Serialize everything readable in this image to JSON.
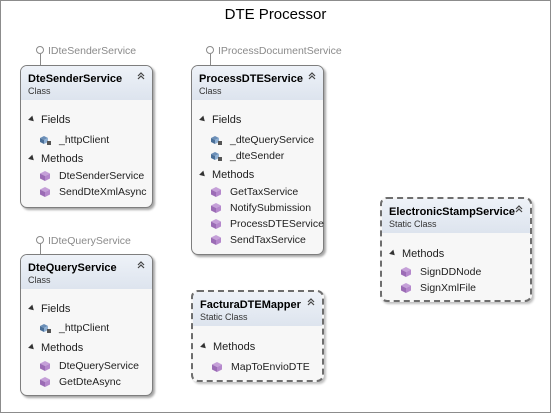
{
  "diagram": {
    "title": "DTE Processor",
    "interfaces": [
      {
        "label": "IDteSenderService"
      },
      {
        "label": "IProcessDocumentService"
      },
      {
        "label": "IDteQueryService"
      }
    ],
    "classes": [
      {
        "name": "DteSenderService",
        "stereotype": "Class",
        "sections": [
          {
            "label": "Fields",
            "members": [
              {
                "name": "_httpClient",
                "icon": "field-icon"
              }
            ]
          },
          {
            "label": "Methods",
            "members": [
              {
                "name": "DteSenderService",
                "icon": "method-icon"
              },
              {
                "name": "SendDteXmlAsync",
                "icon": "method-icon"
              }
            ]
          }
        ]
      },
      {
        "name": "ProcessDTEService",
        "stereotype": "Class",
        "sections": [
          {
            "label": "Fields",
            "members": [
              {
                "name": "_dteQueryService",
                "icon": "field-icon"
              },
              {
                "name": "_dteSender",
                "icon": "field-icon"
              }
            ]
          },
          {
            "label": "Methods",
            "members": [
              {
                "name": "GetTaxService",
                "icon": "method-icon"
              },
              {
                "name": "NotifySubmission",
                "icon": "method-icon"
              },
              {
                "name": "ProcessDTEService",
                "icon": "method-icon"
              },
              {
                "name": "SendTaxService",
                "icon": "method-icon"
              }
            ]
          }
        ]
      },
      {
        "name": "DteQueryService",
        "stereotype": "Class",
        "sections": [
          {
            "label": "Fields",
            "members": [
              {
                "name": "_httpClient",
                "icon": "field-icon"
              }
            ]
          },
          {
            "label": "Methods",
            "members": [
              {
                "name": "DteQueryService",
                "icon": "method-icon"
              },
              {
                "name": "GetDteAsync",
                "icon": "method-icon"
              }
            ]
          }
        ]
      },
      {
        "name": "FacturaDTEMapper",
        "stereotype": "Static Class",
        "sections": [
          {
            "label": "Methods",
            "members": [
              {
                "name": "MapToEnvioDTE",
                "icon": "method-icon"
              }
            ]
          }
        ]
      },
      {
        "name": "ElectronicStampService",
        "stereotype": "Static Class",
        "sections": [
          {
            "label": "Methods",
            "members": [
              {
                "name": "SignDDNode",
                "icon": "method-icon"
              },
              {
                "name": "SignXmlFile",
                "icon": "method-icon"
              }
            ]
          }
        ]
      }
    ]
  }
}
